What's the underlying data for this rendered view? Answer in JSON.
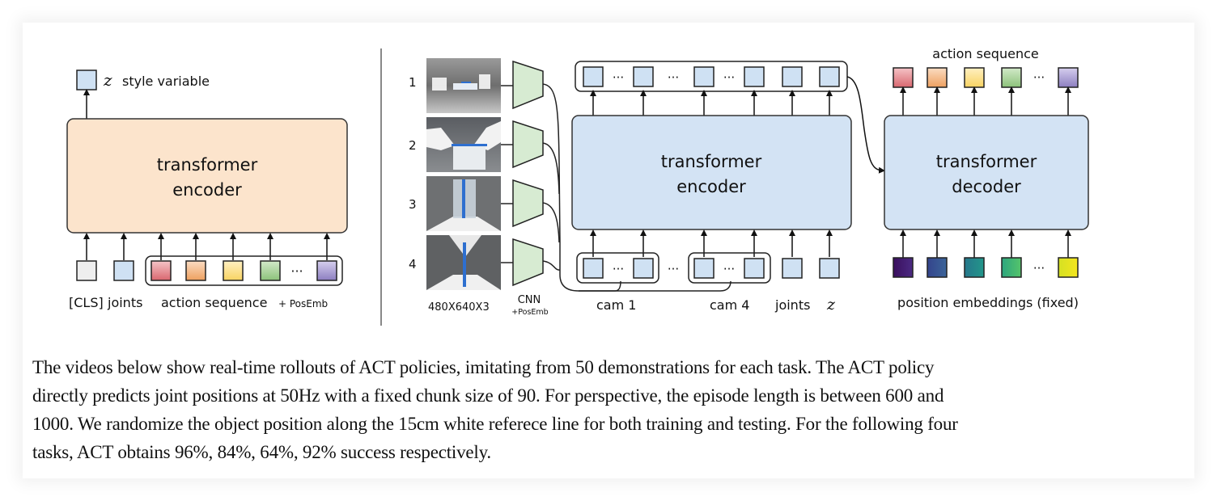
{
  "left_panel": {
    "style_variable_symbol": "z",
    "style_variable_label": "style variable",
    "encoder_line1": "transformer",
    "encoder_line2": "encoder",
    "cls_label": "[CLS]",
    "joints_label": "joints",
    "action_seq_label": "action sequence",
    "posemb_label": "+ PosEmb",
    "ellipsis": "···"
  },
  "right_panel": {
    "camera_numbers": [
      "1",
      "2",
      "3",
      "4"
    ],
    "image_dims_label": "480X640X3",
    "cnn_label": "CNN",
    "cnn_posemb_label": "+PosEmb",
    "encoder_line1": "transformer",
    "encoder_line2": "encoder",
    "decoder_line1": "transformer",
    "decoder_line2": "decoder",
    "cam1_label": "cam 1",
    "cam4_label": "cam 4",
    "joints_label": "joints",
    "z_symbol": "z",
    "action_sequence_label": "action sequence",
    "position_embeddings_label": "position embeddings (fixed)",
    "ellipsis": "···"
  },
  "colors": {
    "encoder_left_fill": "#fce4cc",
    "encoder_right_fill": "#d3e3f4",
    "token_blue": "#cfe1f3",
    "token_gray": "#eeeeee",
    "cnn_fill": "#d7ebd2",
    "action_tokens": [
      "#e07f86",
      "#f2b07e",
      "#fbdc86",
      "#a5cf97",
      "#a99bd2"
    ],
    "position_tokens": [
      "#44166b",
      "#3b5596",
      "#25868c",
      "#3bb87a",
      "#e6e21e"
    ]
  },
  "caption": {
    "line1": "The videos below show real-time rollouts of ACT policies, imitating from 50 demonstrations for each task. The ACT policy",
    "line2": "directly predicts joint positions at 50Hz with a fixed chunk size of 90. For perspective, the episode length is between 600 and",
    "line3": "1000. We randomize the object position along the 15cm white referece line for both training and testing. For the following four",
    "line4": "tasks, ACT obtains 96%, 84%, 64%, 92% success respectively."
  }
}
